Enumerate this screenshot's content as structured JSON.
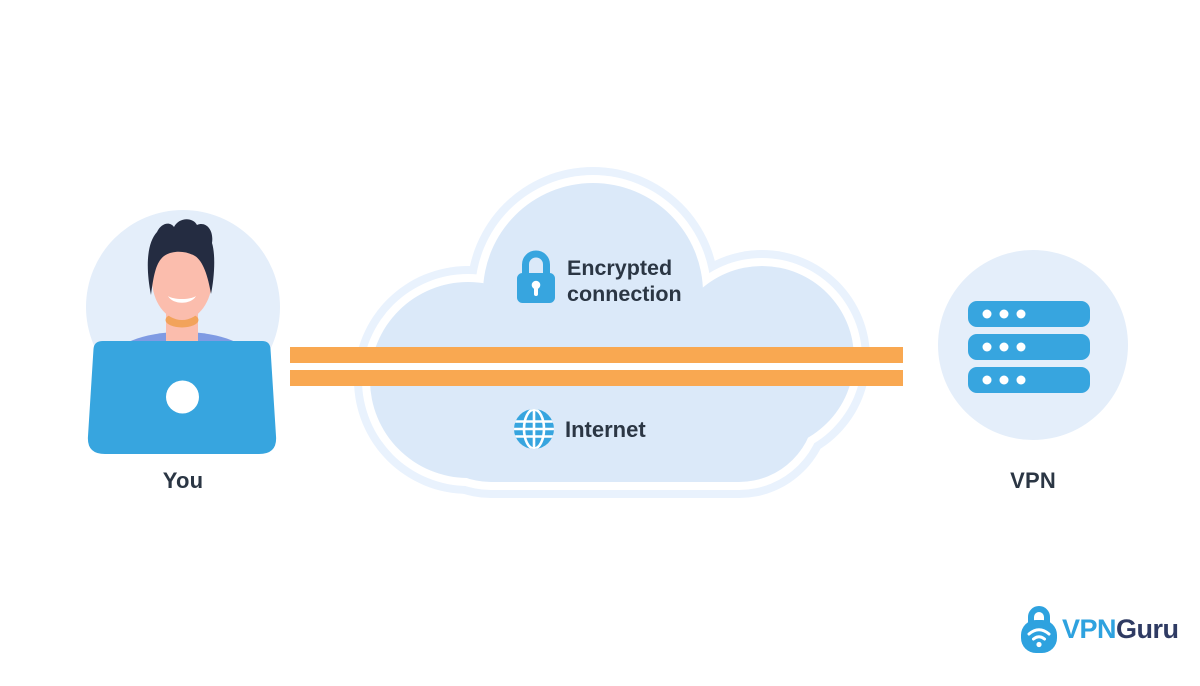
{
  "diagram": {
    "you": {
      "label": "You"
    },
    "cloud": {
      "encrypted_label": "Encrypted connection",
      "internet_label": "Internet"
    },
    "vpn": {
      "label": "VPN"
    },
    "logo": {
      "vpn": "VPN",
      "guru": "Guru"
    }
  },
  "icons": {
    "lock": "lock-icon",
    "globe": "globe-icon",
    "server": "server-icon",
    "laptop": "laptop-icon",
    "logo_lock": "lock-wifi-icon"
  },
  "colors": {
    "accent-blue": "#37A5DF",
    "light-circle": "#E4EEFA",
    "cloud-fill": "#DBE9F9",
    "cloud-outline": "#E9F2FD",
    "tunnel-orange": "#F9A851",
    "text-dark": "#2B3644",
    "hair": "#242C41",
    "skin": "#FBBDAD",
    "skin-shadow": "#F2A35B",
    "collar": "#7F9BE3",
    "logo-blue": "#2EA2DF",
    "logo-navy": "#2F3B63"
  }
}
